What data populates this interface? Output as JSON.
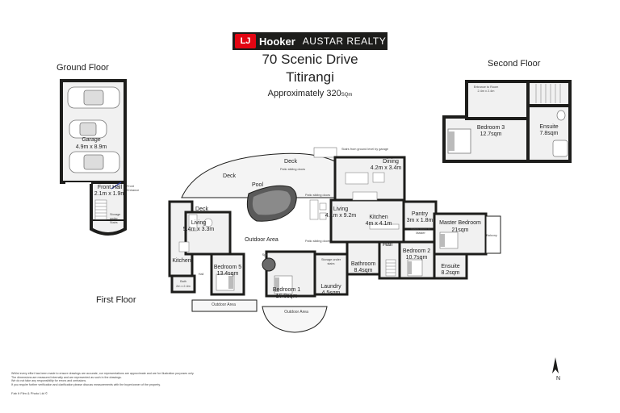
{
  "header": {
    "logo_mark": "LJ",
    "brand": "Hooker",
    "agency": "AUSTAR REALTY",
    "address": "70 Scenic Drive",
    "suburb": "Titirangi",
    "area_prefix": "Approximately 320",
    "area_unit": "SQm"
  },
  "floors": {
    "ground": "Ground Floor",
    "second": "Second Floor",
    "first": "First Floor"
  },
  "ground_rooms": {
    "garage": "Garage",
    "garage_size": "4.9m x 8.9m",
    "front_hall": "Front Hall",
    "front_hall_size": "2.1m x 1.9m",
    "front_entrance": "Front Entrance",
    "storage_under_stairs": "Storage under Stairs"
  },
  "second_rooms": {
    "entrance": "Entrance to Room",
    "entrance_size": "2.4m x 2.4m",
    "bedroom3": "Bedroom 3",
    "bedroom3_size": "12.7sqm",
    "ensuite": "Ensuite",
    "ensuite_size": "7.8sqm"
  },
  "first_rooms": {
    "deck1": "Deck",
    "deck2": "Deck",
    "deck3": "Deck",
    "stairs_note": "Stairs from ground level by garage",
    "patio1": "Patio sliding doors",
    "patio2": "Patio sliding doors",
    "patio3": "Patio sliding doors",
    "pool": "Pool",
    "dining": "Dining",
    "dining_size": "4.2m x 3.4m",
    "living_main": "Living",
    "living_main_size": "4.1m x 9.2m",
    "kitchen_main": "Kitchen",
    "kitchen_main_size": "4m x 4.1m",
    "pantry": "Pantry",
    "pantry_size": "3m x 1.8m",
    "master": "Master Bedroom",
    "master_size": "21sqm",
    "stairs_master": "Stairs down to Master",
    "balcony": "Balcony",
    "living_left": "Living",
    "living_left_size": "5.4m x 3.3m",
    "outdoor_area": "Outdoor Area",
    "kitchen_left": "Kitchen",
    "hall_left": "Hall",
    "bathroom_left": "Bath",
    "bathroom_left_size": "2m x 2.4m",
    "bedroom5": "Bedroom 5",
    "bedroom5_size": "13.4sqm",
    "spa": "Spa",
    "bedroom1": "Bedroom 1",
    "bedroom1_size": "16.8sqm",
    "storage_under_stairs": "Storage under stairs",
    "bathroom": "Bathroom",
    "bathroom_size": "8.4sqm",
    "hall": "Hall",
    "laundry": "Laundry",
    "laundry_size": "4.5sqm",
    "bedroom2": "Bedroom 2",
    "bedroom2_size": "10.7sqm",
    "ensuite": "Ensuite",
    "ensuite_size": "8.2sqm",
    "outdoor_left": "Outdoor Area",
    "outdoor_bottom": "Outdoor Area"
  },
  "footer": {
    "disclaimer": [
      "Whilst every effort has been made to ensure drawings are accurate, our representations are approximate and are for illustration purposes only.",
      "The dimensions are measured internally and are represented as such in the drawings.",
      "We do not take any responsibility for errors and omissions.",
      "If you require further verification and clarification please discuss measurements with the buyer/owner of the property."
    ],
    "credit": "Fab It Film & Photo Ltd ©",
    "north": "N"
  },
  "colors": {
    "wall": "#1d1d1b",
    "floor": "#f2f2f2",
    "brand_red": "#e30613"
  }
}
